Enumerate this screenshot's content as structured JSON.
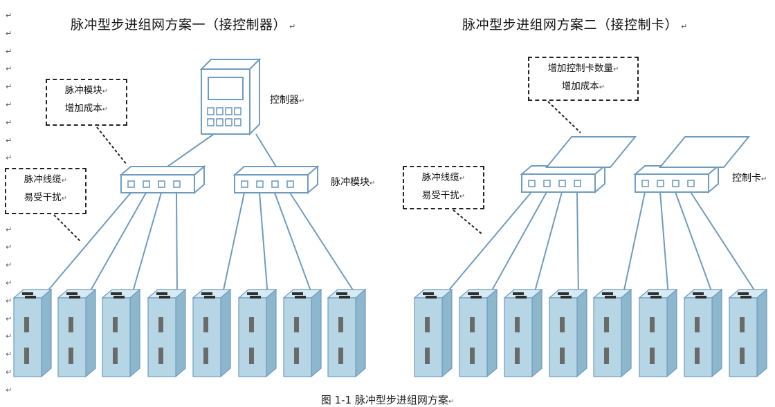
{
  "titles": {
    "scheme_one": "脉冲型步进组网方案一（接控制器）",
    "scheme_two": "脉冲型步进组网方案二（接控制卡）"
  },
  "callouts": {
    "pulse_module_cost": [
      "脉冲模块",
      "增加成本"
    ],
    "cable_interference_left": [
      "脉冲线缆",
      "易受干扰"
    ],
    "card_count_cost": [
      "增加控制卡数量",
      "增加成本"
    ],
    "cable_interference_right": [
      "脉冲线缆",
      "易受干扰"
    ]
  },
  "labels": {
    "controller": "控制器",
    "pulse_module": "脉冲模块",
    "control_card": "控制卡"
  },
  "caption": "图 1-1   脉冲型步进组网方案",
  "paragraph_mark": "↵",
  "colors": {
    "line": "#6f9bbf",
    "drive_front": "#b6d6e6",
    "drive_side": "#8cb7cc",
    "drive_top": "#d6eaf3",
    "drive_slot": "#6a6a6a",
    "text": "#111111"
  }
}
